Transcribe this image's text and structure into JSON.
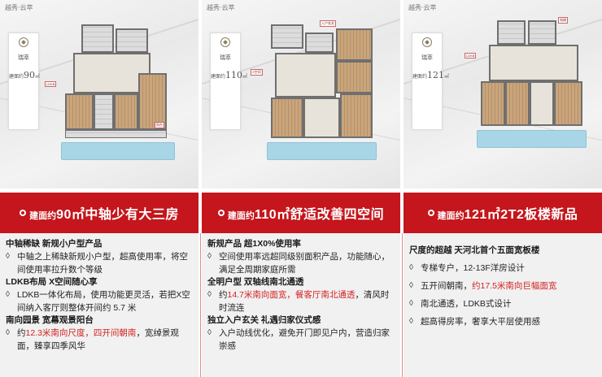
{
  "panels": [
    {
      "brand": "越秀·云萃",
      "card_name": "瑞萃",
      "card_size": "建面约",
      "card_size_num": "90",
      "card_unit": "㎡",
      "banner_pre": "建面约",
      "banner_main": "90㎡中轴少有大三房",
      "sections": [
        {
          "heading": "中轴稀缺 新规小户型产品",
          "items": [
            {
              "text": "中轴之上稀缺新规小户型，超高使用率，将空间使用率拉升数个等级"
            }
          ]
        },
        {
          "heading": "LDKB布局 X空间随心享",
          "items": [
            {
              "text": "LDKB一体化布局，使用功能更灵活，若把X空间纳入客厅则整体开间约 5.7 米"
            }
          ]
        },
        {
          "heading": "南向园景 宽幕观景阳台",
          "items": [
            {
              "pre": "约",
              "red": "12.3米南向尺度，四开间朝南",
              "post": "，宽绰景观面，臻享四季风华"
            }
          ]
        }
      ]
    },
    {
      "brand": "越秀·云萃",
      "card_name": "瑞萃",
      "card_size": "建面约",
      "card_size_num": "110",
      "card_unit": "㎡",
      "banner_pre": "建面约",
      "banner_main": "110㎡舒适改善四空间",
      "sections": [
        {
          "heading": "新规产品 超1X0%使用率",
          "items": [
            {
              "text": "空间使用率远超同级别面积产品，功能随心，满足全周期家庭所需"
            }
          ]
        },
        {
          "heading": "全明户型 双轴线南北通透",
          "items": [
            {
              "pre": "约",
              "red": "14.7米南向面宽，餐客厅南北通透",
              "post": "，清风时时流连"
            }
          ]
        },
        {
          "heading": "独立入户玄关 礼遇归家仪式感",
          "items": [
            {
              "text": "入户动线优化，避免开门即见户内，营造归家崇感"
            }
          ]
        }
      ]
    },
    {
      "brand": "越秀·云萃",
      "card_name": "瑞萃",
      "card_size": "建面约",
      "card_size_num": "121",
      "card_unit": "㎡",
      "banner_pre": "建面约",
      "banner_main": "121㎡2T2板楼新品",
      "sections": [
        {
          "heading": "尺度的超越 天河北首个五面宽板楼",
          "items": [
            {
              "text": "专梯专户，12-13F洋房设计"
            },
            {
              "pre": "五开间朝南，",
              "red": "约17.5米南向巨幅面宽",
              "post": ""
            },
            {
              "text": "南北通透，LDKB式设计"
            },
            {
              "text": "超高得房率，奢享大平层使用感"
            }
          ]
        }
      ]
    }
  ],
  "colors": {
    "banner": "#c4161c",
    "highlight": "#d32222",
    "body_bg": "#f1f1f1"
  }
}
